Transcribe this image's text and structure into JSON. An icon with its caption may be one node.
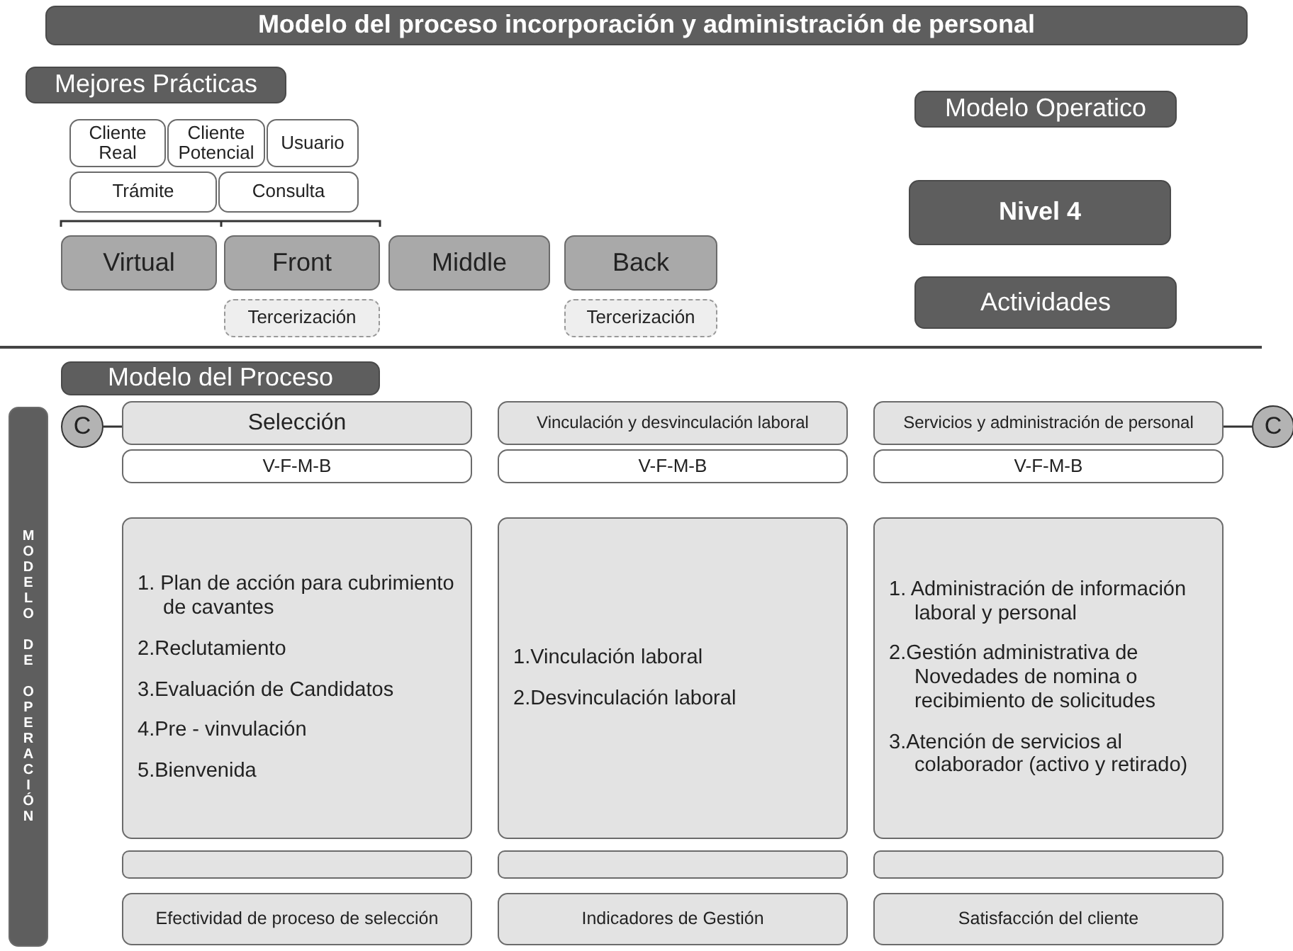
{
  "diagram": {
    "nodes": [
      {
        "text": [
          "Modelo del proceso incorporación y administración de personal"
        ]
      },
      {
        "text": [
          "Mejores Prácticas"
        ]
      },
      {
        "text": [
          "Modelo Operatico"
        ]
      },
      {
        "text": [
          "Cliente Real"
        ]
      },
      {
        "text": [
          "Cliente Potencial"
        ]
      },
      {
        "text": [
          "Usuario"
        ]
      },
      {
        "text": [
          "Trámite"
        ]
      },
      {
        "text": [
          "Consulta"
        ]
      },
      {
        "text": [
          "Nivel 4"
        ]
      },
      {
        "text": [
          "Virtual"
        ]
      },
      {
        "text": [
          "Front"
        ]
      },
      {
        "text": [
          "Middle"
        ]
      },
      {
        "text": [
          "Back"
        ]
      },
      {
        "text": [
          "Actividades"
        ]
      },
      {
        "text": [
          "Tercerización"
        ]
      },
      {
        "text": [
          "Tercerización"
        ]
      },
      {
        "text": [
          "Modelo del Proceso"
        ]
      },
      {
        "text": [
          "MODELO DE OPERACIÓN"
        ]
      },
      {
        "text": [
          "C"
        ]
      },
      {
        "text": [
          "Selección"
        ]
      },
      {
        "text": [
          "Vinculación y desvinculación laboral"
        ]
      },
      {
        "text": [
          "Servicios y administración de personal"
        ]
      },
      {
        "text": [
          "C"
        ]
      },
      {
        "text": [
          "V-F-M-B"
        ]
      },
      {
        "text": [
          "V-F-M-B"
        ]
      },
      {
        "text": [
          "V-F-M-B"
        ]
      },
      {
        "text": [
          "1. Plan de acción para cubrimiento de cavantes",
          "2.Reclutamiento",
          "3.Evaluación de Candidatos",
          "4.Pre - vinvulación",
          "5.Bienvenida"
        ]
      },
      {
        "text": [
          "1.Vinculación laboral",
          "2.Desvinculación laboral"
        ]
      },
      {
        "text": [
          "1. Administración de información laboral y personal",
          "2.Gestión administrativa de Novedades de nomina o recibimiento de solicitudes",
          "3.Atención de servicios al colaborador (activo y retirado)"
        ]
      },
      {
        "text": [],
        "shape": "bar"
      },
      {
        "text": [],
        "shape": "bar"
      },
      {
        "text": [],
        "shape": "bar"
      },
      {
        "text": [
          "Efectividad de proceso de selección"
        ]
      },
      {
        "text": [
          "Indicadores de Gestión"
        ]
      },
      {
        "text": [
          "Satisfacción del cliente"
        ]
      }
    ],
    "edges": [
      {
        "from": 18,
        "to": 19,
        "arrow": "none"
      },
      {
        "from": 21,
        "to": 22,
        "arrow": "none"
      }
    ]
  }
}
